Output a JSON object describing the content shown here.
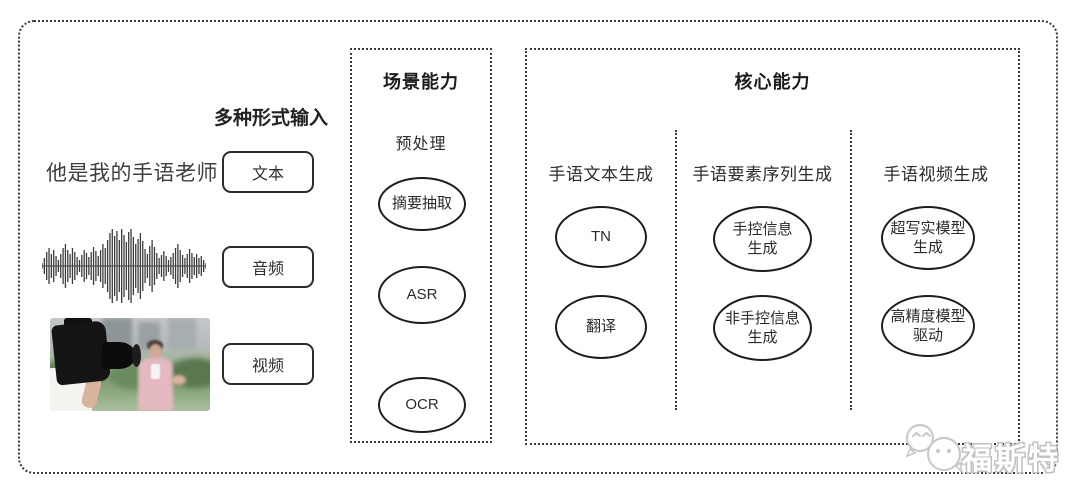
{
  "input_section": {
    "header": "多种形式输入",
    "sample_text": "他是我的手语老师",
    "text_label": "文本",
    "audio_label": "音频",
    "video_label": "视频",
    "waveform_amplitudes": [
      3,
      8,
      14,
      18,
      12,
      16,
      10,
      6,
      12,
      18,
      22,
      16,
      12,
      18,
      14,
      9,
      6,
      11,
      16,
      13,
      9,
      14,
      19,
      15,
      10,
      16,
      22,
      18,
      26,
      33,
      37,
      30,
      35,
      26,
      37,
      31,
      24,
      34,
      37,
      29,
      22,
      27,
      33,
      25,
      17,
      12,
      20,
      26,
      19,
      13,
      8,
      11,
      15,
      10,
      6,
      9,
      13,
      18,
      22,
      16,
      11,
      8,
      12,
      17,
      13,
      9,
      12,
      8,
      10,
      6,
      3
    ]
  },
  "scene_capability": {
    "title": "场景能力",
    "stage_label": "预处理",
    "nodes": [
      "摘要抽取",
      "ASR",
      "OCR"
    ]
  },
  "core_capability": {
    "title": "核心能力",
    "columns": [
      {
        "header": "手语文本生成",
        "nodes": [
          "TN",
          "翻译"
        ]
      },
      {
        "header": "手语要素序列生成",
        "nodes": [
          "手控信息\n生成",
          "非手控信息\n生成"
        ]
      },
      {
        "header": "手语视频生成",
        "nodes": [
          "超写实模型\n生成",
          "高精度模型\n驱动"
        ]
      }
    ]
  },
  "watermark": {
    "text": "福斯特"
  },
  "colors": {
    "line": "#3a3a3a",
    "text": "#2f2f2f",
    "watermark_outline": "#c2c2c2"
  }
}
